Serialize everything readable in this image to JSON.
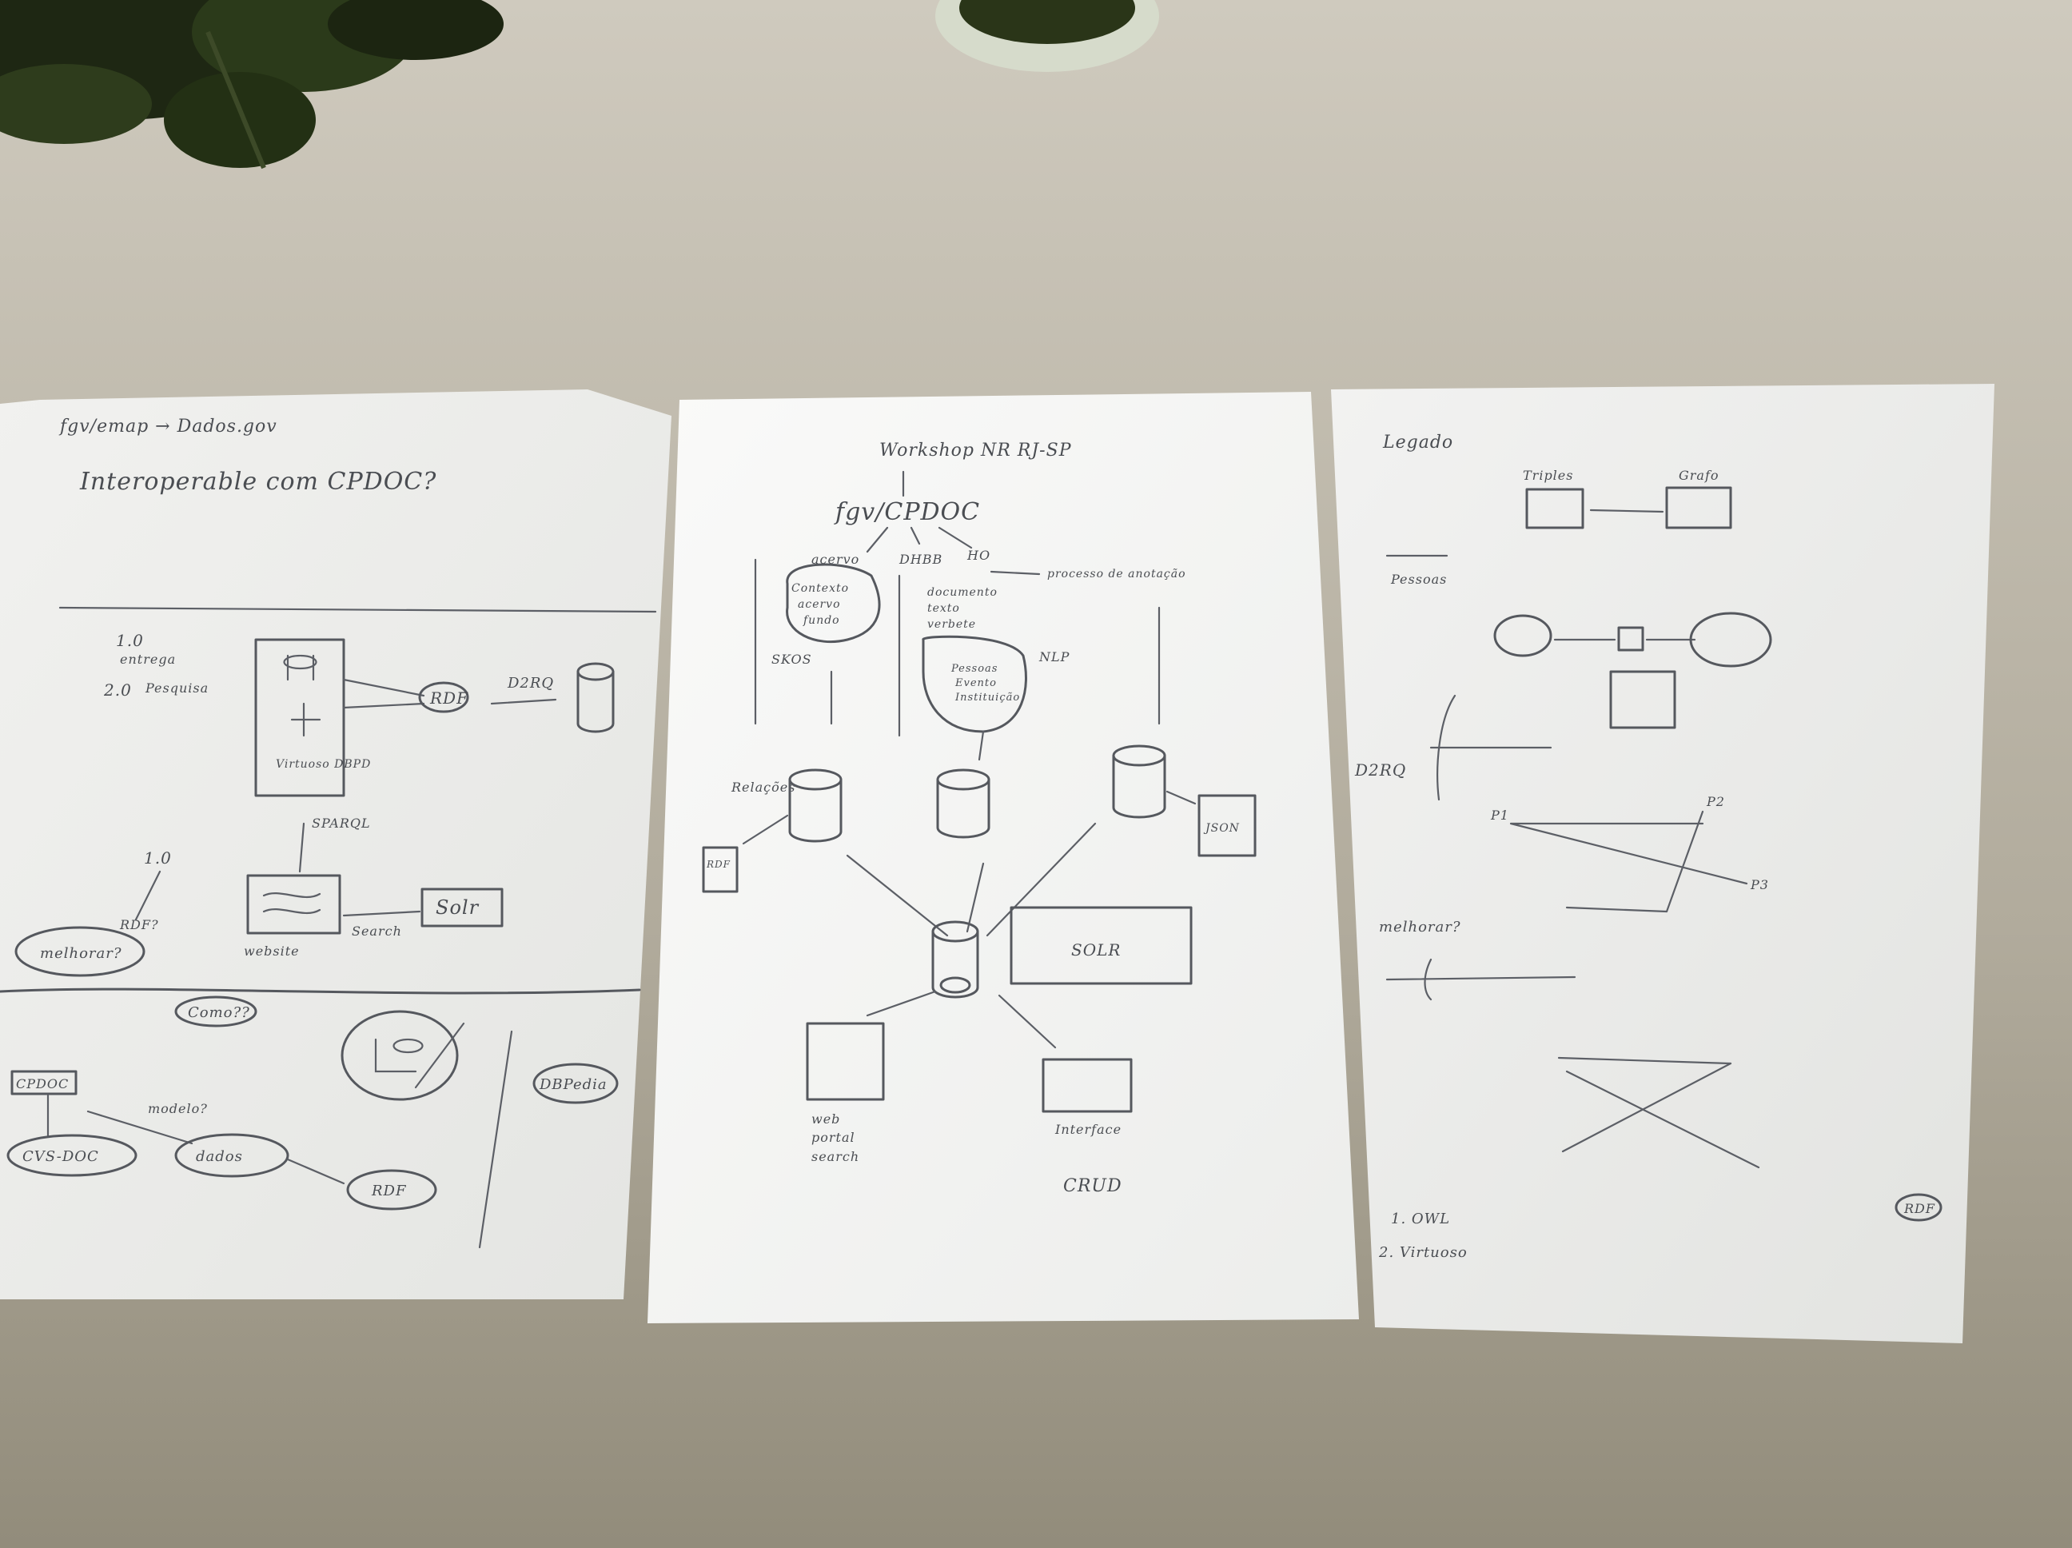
{
  "colors": {
    "desk": "#b4ae9f",
    "paper": "#f4f4f2",
    "ink": "#4a4d52",
    "plant_leaf": "#1f2a14",
    "pot": "#d8ddcc"
  },
  "sheet_left": {
    "title": "fgv/emap → Dados.gov",
    "question": "Interoperable com CPDOC?",
    "step_1": "1.0",
    "step_1_label": "entrega",
    "step_2": "2.0",
    "step_2_label": "Pesquisa",
    "store_label": "Virtuoso DBPD",
    "rdf": "RDF",
    "d2rq": "D2RQ",
    "sparql_label": "SPARQL",
    "version": "1.0",
    "solr": "Solr",
    "search": "Search",
    "website": "website",
    "rdf_question": "RDF?",
    "melhorar": "melhorar?",
    "como": "Como??",
    "cpdoc": "CPDOC",
    "cpdoc_derived": "CVS-DOC",
    "dados": "dados",
    "modelo": "modelo?",
    "rdf_bottom": "RDF",
    "dbpedia": "DBPedia"
  },
  "sheet_middle": {
    "title": "Workshop NR RJ-SP",
    "root": "fgv/CPDOC",
    "branch_1": "acervo",
    "branch_2": "DHBB",
    "branch_3": "HO",
    "branch_3_note": "processo de anotação",
    "branch_1_items": [
      "Contexto",
      "acervo",
      "fundo"
    ],
    "branch_2_items": [
      "documento",
      "texto",
      "verbete"
    ],
    "branch_2_sub": [
      "Pessoas",
      "Evento",
      "Instituição"
    ],
    "skos": "SKOS",
    "nlp": "NLP",
    "relacoes": "Relações",
    "rdf_lower": "RDF",
    "json": "JSON",
    "search_box": "SOLR",
    "user_label": [
      "web",
      "portal",
      "search"
    ],
    "crud_label": [
      "Interface",
      "CRUD"
    ]
  },
  "sheet_right": {
    "title": "Legado",
    "box_1": "Triples",
    "box_2": "Grafo",
    "section": "Pessoas",
    "d2rq": "D2RQ",
    "p1": "P1",
    "p2": "P2",
    "p3": "P3",
    "melhorar": "melhorar?",
    "step_1": "1. OWL",
    "step_2": "2. Virtuoso",
    "rdf": "RDF"
  }
}
